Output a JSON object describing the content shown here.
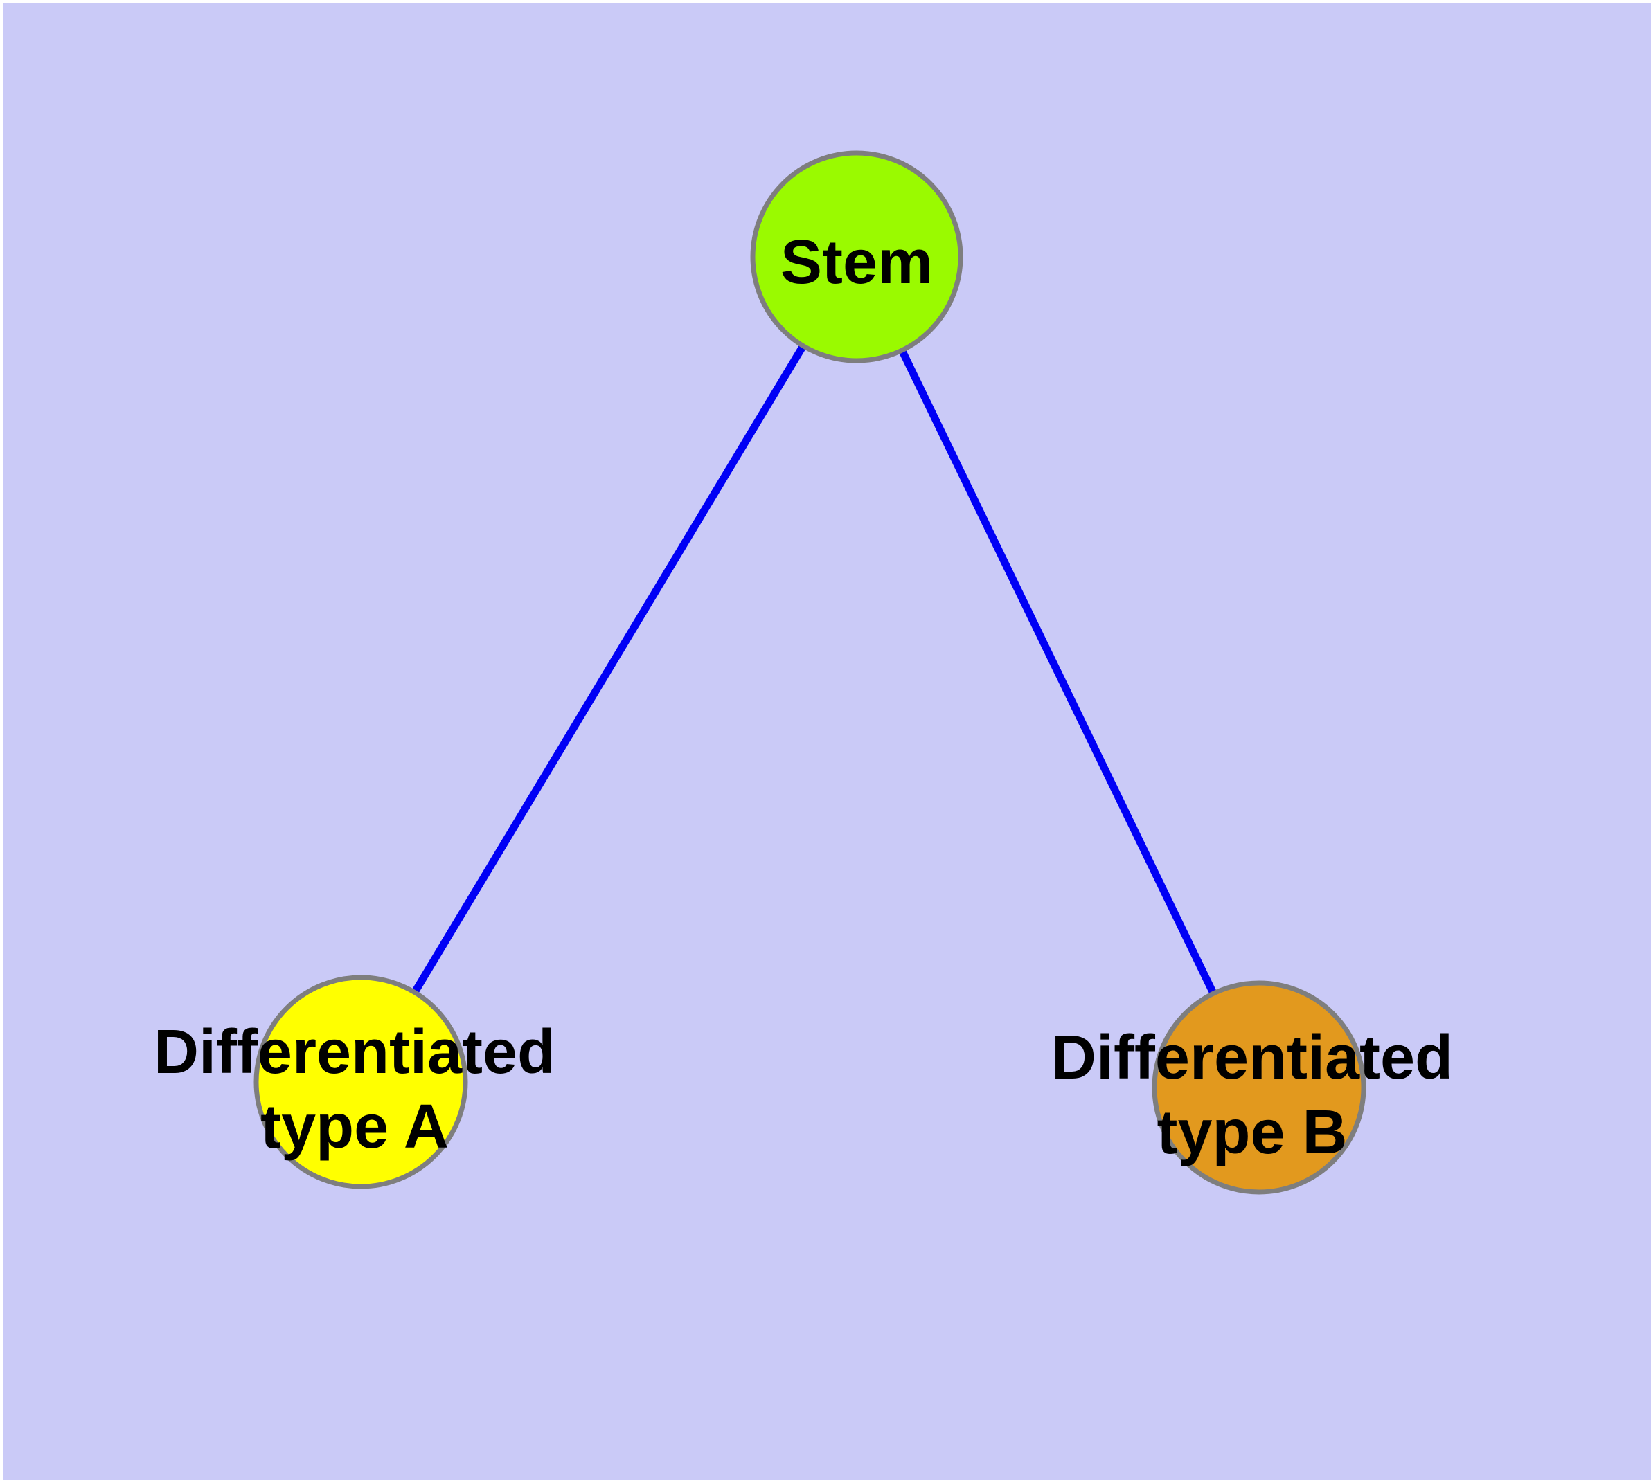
{
  "figure": {
    "background_color": "#CACAF7",
    "edge_color": "#0000F5",
    "node_border_color": "#7E7E7E",
    "label_color": "#000000",
    "nodes": [
      {
        "id": "stem",
        "label": "Stem",
        "fill": "#9AFA00"
      },
      {
        "id": "differentiated-type-a",
        "label_line1": "Differentiated",
        "label_line2": "type A",
        "fill": "#FFFF00"
      },
      {
        "id": "differentiated-type-b",
        "label_line1": "Differentiated",
        "label_line2": "type B",
        "fill": "#E2991E"
      }
    ],
    "edges": [
      {
        "from": "Stem",
        "to": "Differentiated type A"
      },
      {
        "from": "Stem",
        "to": "Differentiated type B"
      }
    ]
  }
}
